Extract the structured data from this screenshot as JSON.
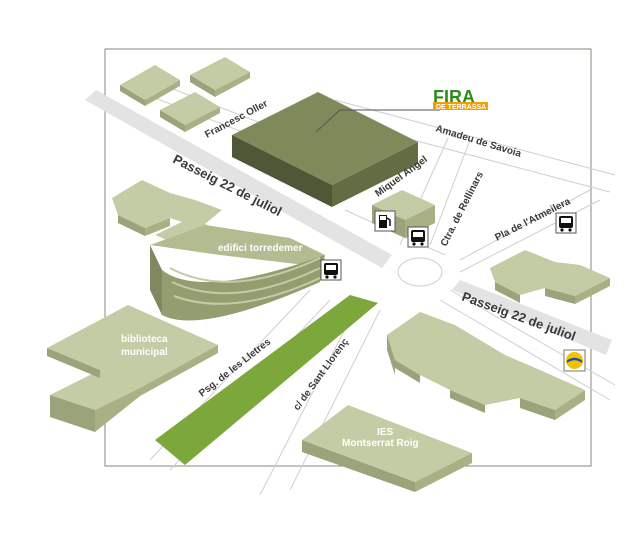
{
  "logo": {
    "word": "FIRA",
    "sub": "DE TERRASSA",
    "word_color": "#2e8b1e",
    "sub_bg": "#f0a000"
  },
  "streets": {
    "passeig_west": "Passeig 22 de juliol",
    "passeig_east": "Passeig 22 de juliol",
    "francesc_oller": "Francesc Oller",
    "amadeu_savoia": "Amadeu de Savoia",
    "miquel_angel": "Miquel Angel",
    "ctra_rellinars": "Ctra. de Rellinars",
    "pla_atmeilera": "Pla de l'Atmeilera",
    "psg_lletres": "Psg. de les Lletres",
    "sant_llorenc": "c/ de Sant Llorenç"
  },
  "places": {
    "torredemer": "edifici torredemer",
    "biblioteca_1": "biblioteca",
    "biblioteca_2": "municipal",
    "ies_1": "IES",
    "ies_2": "Montserrat Roig"
  },
  "icons": {
    "bus_1": "bus-icon",
    "bus_2": "bus-icon",
    "bus_3": "bus-icon",
    "fuel": "fuel-icon",
    "train": "train-icon"
  },
  "colors": {
    "building_top": "#c4cca6",
    "building_side": "#9aa37a",
    "fira_top": "#7f8a5a",
    "fira_side": "#4f5836",
    "park": "#7ba73b",
    "road_band": "#e3e3e3",
    "frame": "#8a8a78"
  }
}
